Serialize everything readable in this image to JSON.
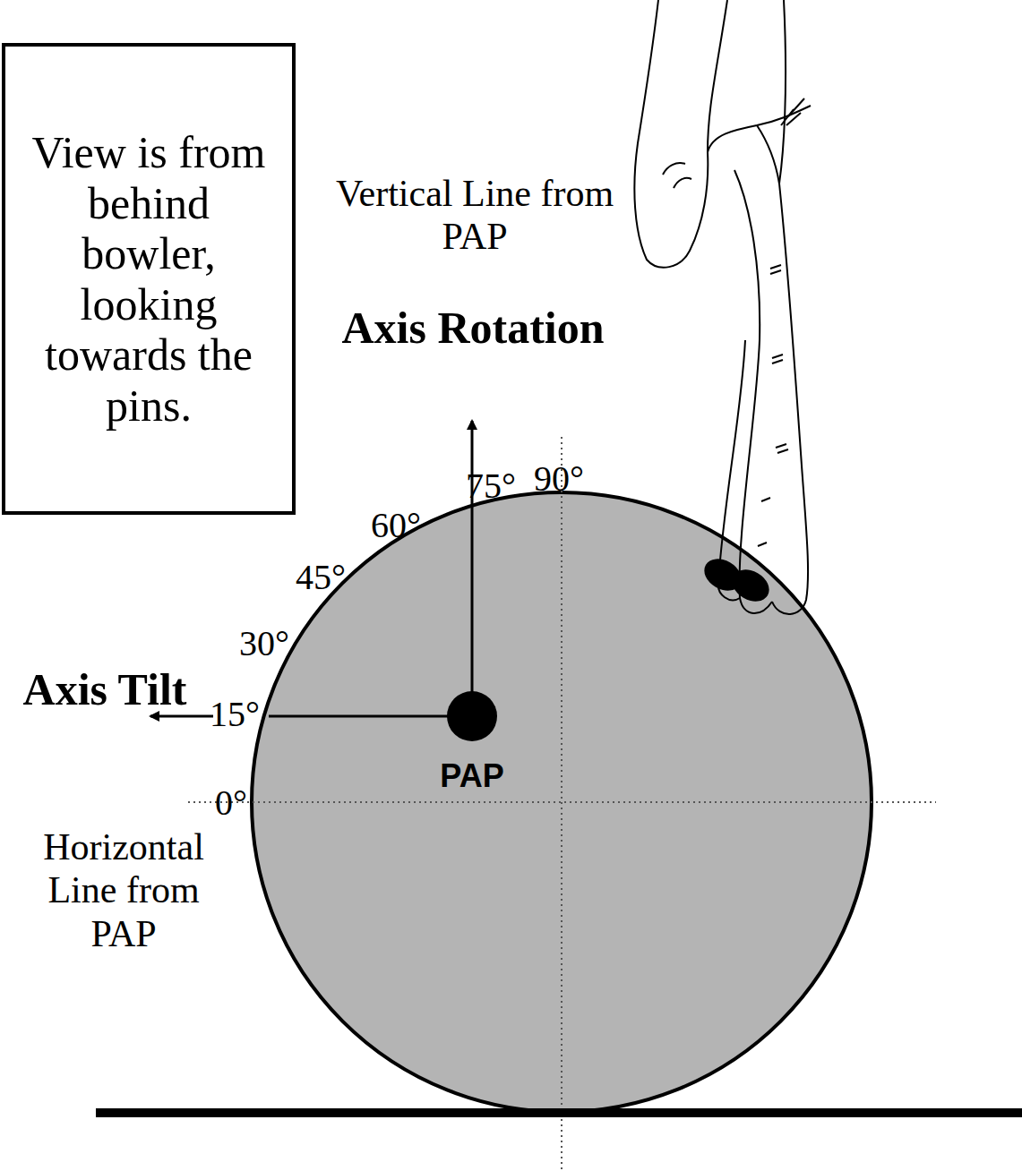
{
  "diagram": {
    "nodes": [
      {
        "text": [
          "View is from behind bowler, looking towards the pins."
        ]
      }
    ],
    "labels": [
      "Vertical Line from PAP",
      "Axis Rotation",
      "Axis Tilt",
      "Horizontal Line from PAP",
      "PAP",
      "0°",
      "15°",
      "30°",
      "45°",
      "60°",
      "75°",
      "90°"
    ]
  }
}
